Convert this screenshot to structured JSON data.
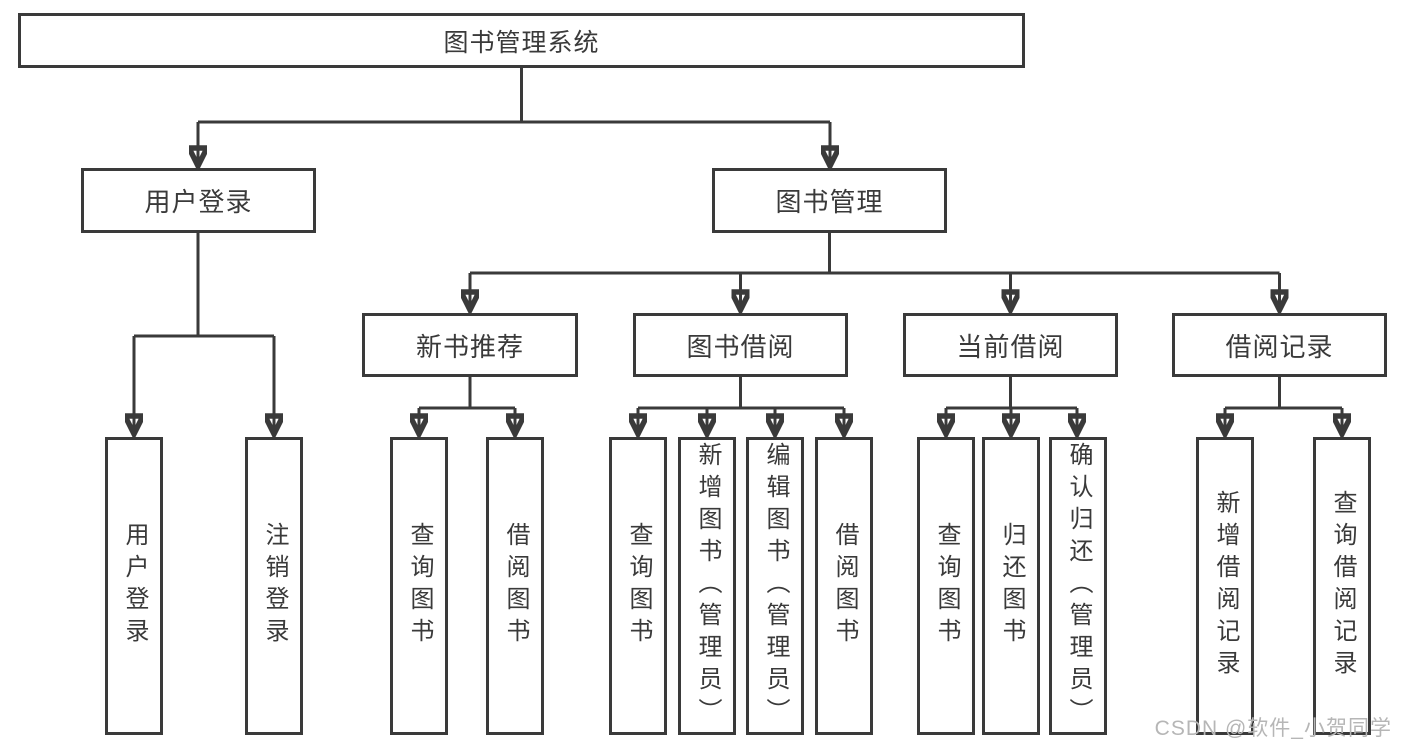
{
  "tree": {
    "label": "图书管理系统",
    "children": [
      {
        "label": "用户登录",
        "children": [
          {
            "label": "用户登录"
          },
          {
            "label": "注销登录"
          }
        ]
      },
      {
        "label": "图书管理",
        "children": [
          {
            "label": "新书推荐",
            "children": [
              {
                "label": "查询图书"
              },
              {
                "label": "借阅图书"
              }
            ]
          },
          {
            "label": "图书借阅",
            "children": [
              {
                "label": "查询图书"
              },
              {
                "label": "新增图书（管理员）"
              },
              {
                "label": "编辑图书（管理员）"
              },
              {
                "label": "借阅图书"
              }
            ]
          },
          {
            "label": "当前借阅",
            "children": [
              {
                "label": "查询图书"
              },
              {
                "label": "归还图书"
              },
              {
                "label": "确认归还（管理员）"
              }
            ]
          },
          {
            "label": "借阅记录",
            "children": [
              {
                "label": "新增借阅记录"
              },
              {
                "label": "查询借阅记录"
              }
            ]
          }
        ]
      }
    ]
  },
  "watermark": "CSDN @软件_小贺同学",
  "colors": {
    "line": "#3a3a3a",
    "text": "#3a3a3a",
    "box_background": "#ffffff",
    "watermark": "#b6b6b6",
    "page_background": "#ffffff"
  }
}
